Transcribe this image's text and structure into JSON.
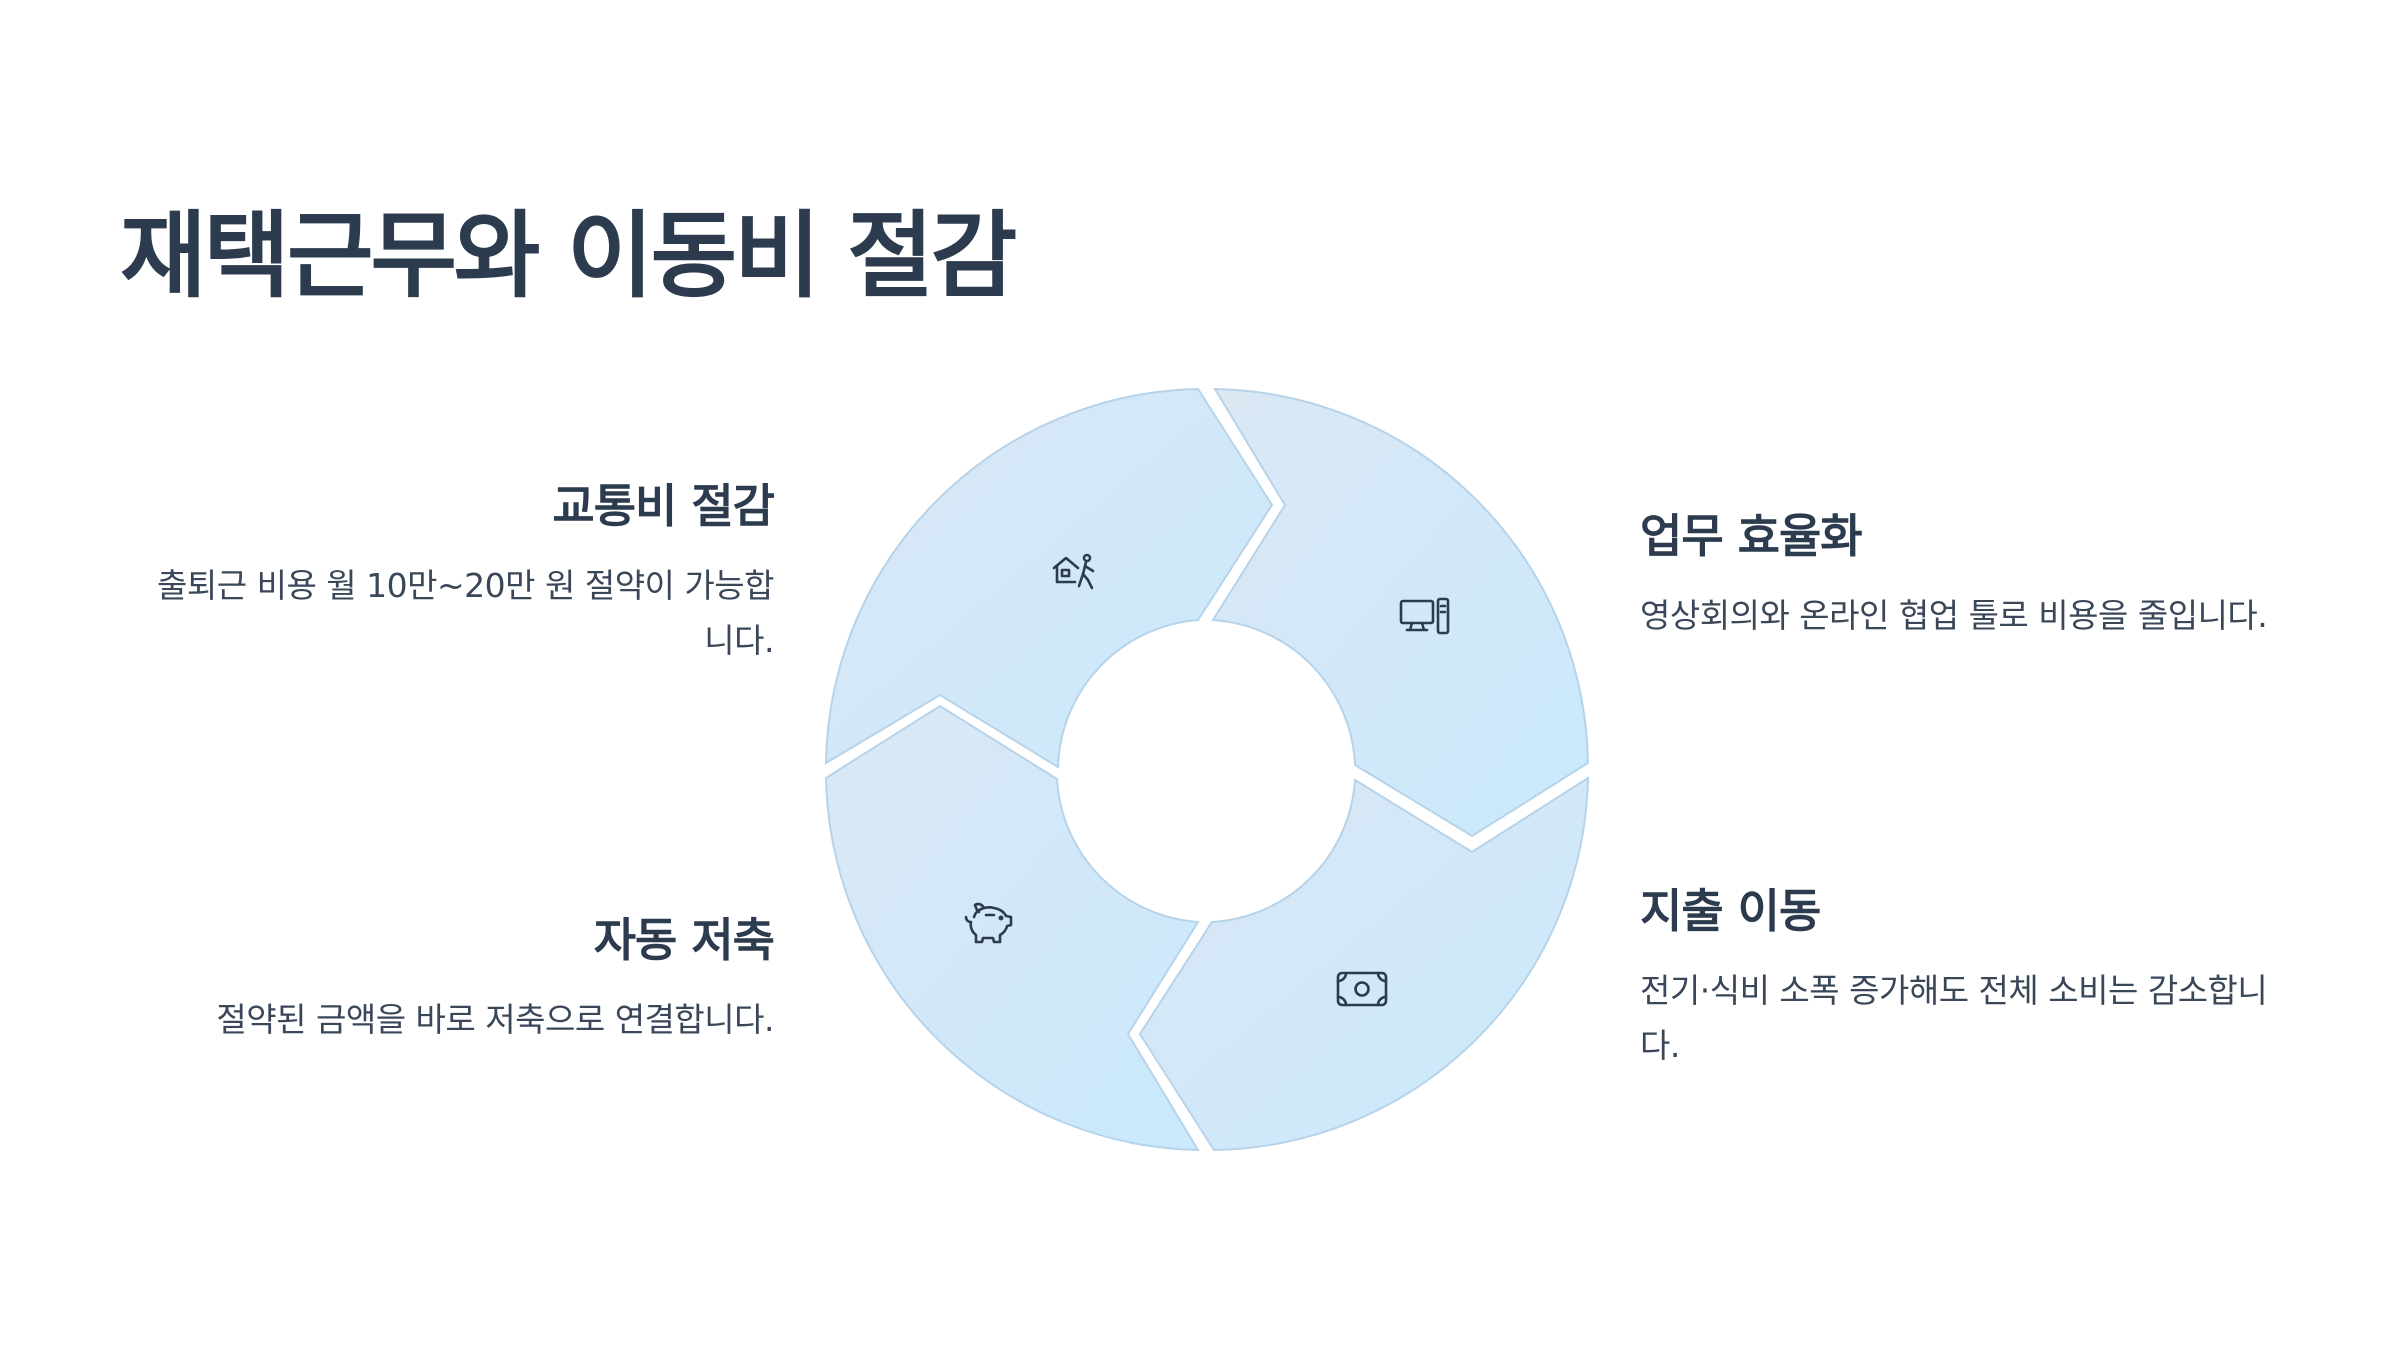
{
  "title": "재택근무와 이동비 절감",
  "cycle": {
    "segments": [
      {
        "id": "top-left",
        "heading": "교통비 절감",
        "description": "출퇴근 비용 월 10만~20만 원 절약이 가능합니다.",
        "icon": "commute-house-walking-icon"
      },
      {
        "id": "top-right",
        "heading": "업무 효율화",
        "description": "영상회의와 온라인 협업 툴로 비용을 줄입니다.",
        "icon": "desktop-computer-icon"
      },
      {
        "id": "bottom-right",
        "heading": "지출 이동",
        "description": "전기·식비 소폭 증가해도 전체 소비는 감소합니다.",
        "icon": "banknote-icon"
      },
      {
        "id": "bottom-left",
        "heading": "자동 저축",
        "description": "절약된 금액을 바로 저축으로 연결합니다.",
        "icon": "piggy-bank-icon"
      }
    ]
  },
  "colors": {
    "title_text": "#2d3b4e",
    "body_text": "#3a4759",
    "segment_fill_light": "#d8e9f6",
    "segment_fill_bright": "#cdeafc",
    "segment_stroke": "#b6d3ea",
    "icon_stroke": "#2d3b4e"
  }
}
